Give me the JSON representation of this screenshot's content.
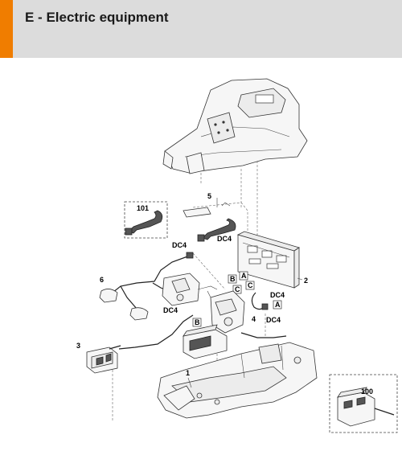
{
  "header": {
    "title": "E - Electric equipment",
    "accent_color": "#f07d00",
    "background_color": "#dcdcdc"
  },
  "diagram": {
    "callouts": {
      "p1": "1",
      "p2": "2",
      "p3": "3",
      "p4": "4",
      "p5": "5",
      "p6": "6",
      "p100": "100",
      "p101": "101"
    },
    "connectors": {
      "dc4": "DC4",
      "a": "A",
      "b": "B",
      "c": "C"
    }
  }
}
